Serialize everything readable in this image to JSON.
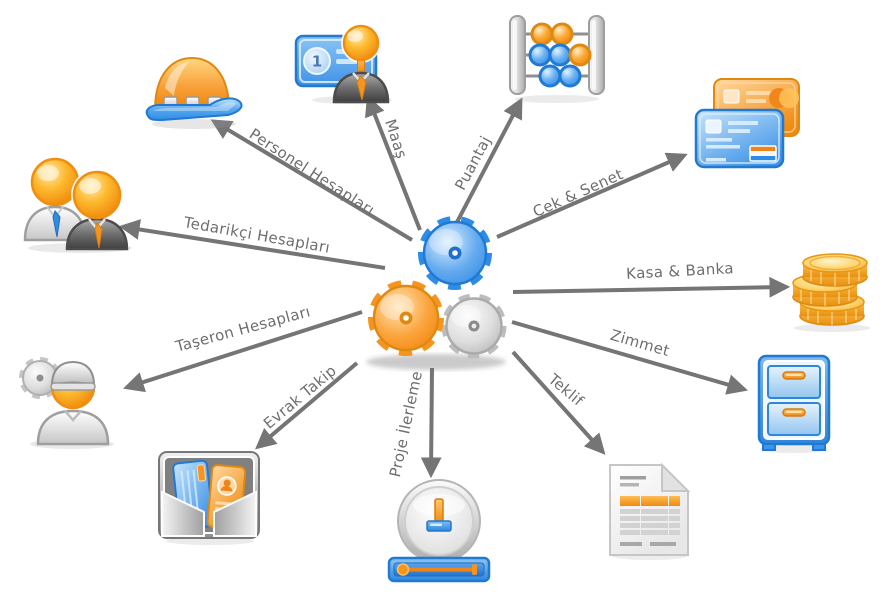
{
  "diagram_type": "hub-and-spoke",
  "center": {
    "name": "gears-hub",
    "gears": [
      {
        "name": "blue-gear",
        "color": "#2f8ce6"
      },
      {
        "name": "orange-gear",
        "color": "#f5941e"
      },
      {
        "name": "gray-gear",
        "color": "#bdbdbd"
      }
    ]
  },
  "nodes": [
    {
      "id": "personel-hesaplari",
      "label": "Personel Hesapları",
      "icon": "hard-hat-icon"
    },
    {
      "id": "tedarikci-hesaplari",
      "label": "Tedarikçi Hesapları",
      "icon": "two-people-icon"
    },
    {
      "id": "taseron-hesaplari",
      "label": "Taşeron Hesapları",
      "icon": "worker-gear-icon"
    },
    {
      "id": "evrak-takip",
      "label": "Evrak Takip",
      "icon": "wallet-cards-icon"
    },
    {
      "id": "maas",
      "label": "Maaş",
      "icon": "banknote-person-icon",
      "banknote_digit": "1"
    },
    {
      "id": "puantaj",
      "label": "Puantaj",
      "icon": "abacus-icon"
    },
    {
      "id": "cek-senet",
      "label": "Çek & Senet",
      "icon": "credit-cards-icon"
    },
    {
      "id": "kasa-banka",
      "label": "Kasa & Banka",
      "icon": "coin-stack-icon"
    },
    {
      "id": "zimmet",
      "label": "Zimmet",
      "icon": "file-cabinet-icon"
    },
    {
      "id": "teklif",
      "label": "Teklif",
      "icon": "document-icon"
    },
    {
      "id": "proje-ilerleme",
      "label": "Proje İlerleme",
      "icon": "gauge-icon"
    }
  ],
  "colors": {
    "arrow": "#757575",
    "label_text": "#6e6e6e",
    "background": "#ffffff"
  }
}
